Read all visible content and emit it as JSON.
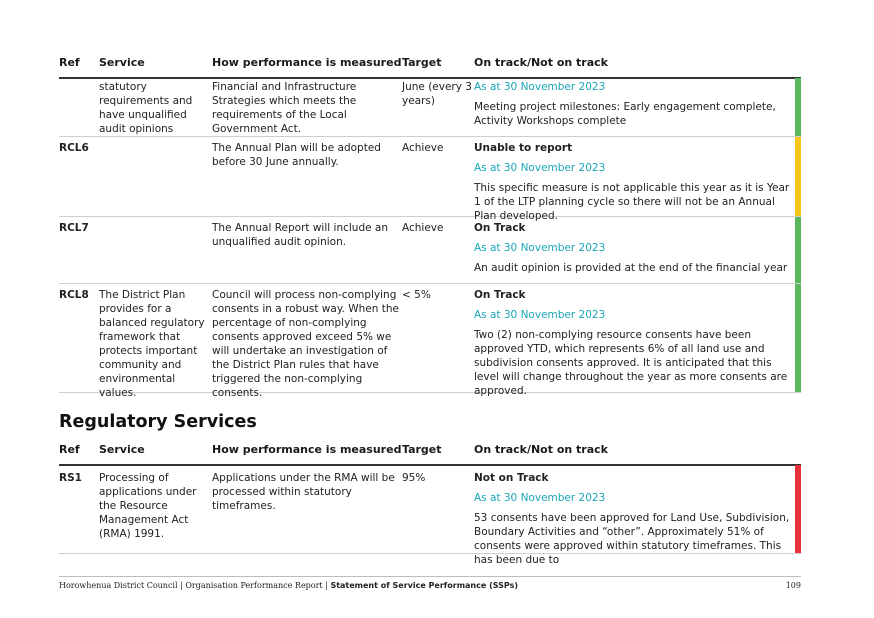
{
  "headers": {
    "ref": "Ref",
    "service": "Service",
    "how": "How performance is measured",
    "target": "Target",
    "status": "On track/Not on track"
  },
  "table1": [
    {
      "ref": "",
      "service": "statutory requirements and have unqualified audit opinions",
      "how": "Financial and Infrastructure Strategies which meets the requirements of the Local Government Act.",
      "target": "June (every 3 years)",
      "status_heading": "",
      "as_at": "As at 30 November 2023",
      "detail": "Meeting project milestones:  Early engagement complete, Activity Workshops complete",
      "bar_color": "#5cb85c"
    },
    {
      "ref": "RCL6",
      "service": "",
      "how": "The Annual Plan will be adopted before 30 June annually.",
      "target": "Achieve",
      "status_heading": "Unable to report",
      "as_at": "As at 30 November 2023",
      "detail": "This specific measure is not applicable this year as it is Year 1 of the LTP planning cycle so there will not be an Annual Plan developed.",
      "bar_color": "#f5c518"
    },
    {
      "ref": "RCL7",
      "service": "",
      "how": "The Annual Report will include an unqualified audit opinion.",
      "target": "Achieve",
      "status_heading": "On Track",
      "as_at": "As at 30 November 2023",
      "detail": "An audit opinion is provided at the end of the financial year",
      "bar_color": "#5cb85c"
    },
    {
      "ref": "RCL8",
      "service": "The District Plan provides for a balanced regulatory framework that protects important community and environmental values.",
      "how": "Council will process non-complying consents in a robust way.  When the percentage of non-complying consents approved exceed 5% we will undertake an investigation of the District Plan rules that have triggered the non-complying consents.",
      "target": "< 5%",
      "status_heading": "On Track",
      "as_at": "As at 30 November 2023",
      "detail": " Two (2) non-complying resource consents have been approved YTD, which represents 6% of all land use and subdivision consents approved. It is anticipated that this level will change throughout the year as more consents are approved.",
      "bar_color": "#5cb85c"
    }
  ],
  "section2_title": "Regulatory Services",
  "table2": [
    {
      "ref": "RS1",
      "service": "Processing of applications under the Resource Management Act (RMA) 1991.",
      "how": "Applications under the RMA will be processed within statutory timeframes.",
      "target": "95%",
      "status_heading": "Not on Track",
      "as_at": "As at 30 November 2023",
      "detail": "53 consents have been approved for Land Use, Subdivision, Boundary Activities and “other”. Approximately 51% of consents were approved within statutory timeframes. This has been due to",
      "bar_color": "#e8303a"
    }
  ],
  "footer": {
    "left": "Horowhenua District Council | Organisation Performance Report | ",
    "bold": "Statement of Service Performance (SSPs)",
    "page": "109"
  }
}
